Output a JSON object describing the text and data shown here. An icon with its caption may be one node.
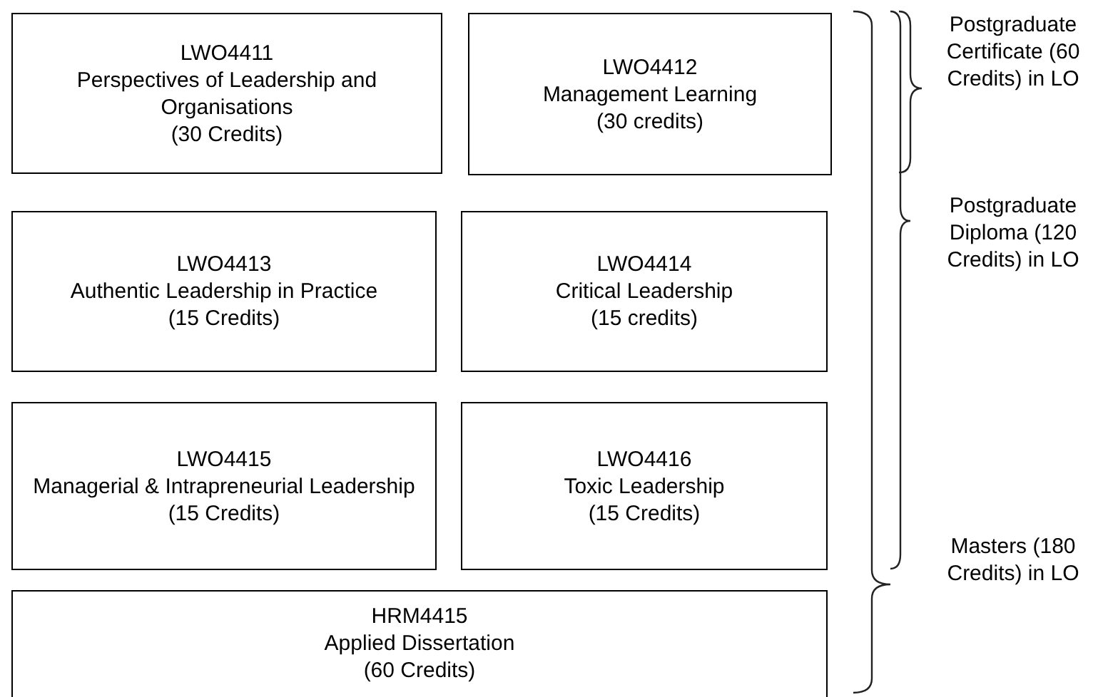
{
  "diagram": {
    "nodes": [
      {
        "text": [
          "LWO4411",
          "Perspectives of Leadership and Organisations",
          "(30 Credits)"
        ]
      },
      {
        "text": [
          "LWO4412",
          "Management Learning",
          "(30 credits)"
        ]
      },
      {
        "text": [
          "LWO4413",
          "Authentic Leadership in Practice",
          "(15 Credits)"
        ]
      },
      {
        "text": [
          "LWO4414",
          "Critical Leadership",
          "(15 credits)"
        ]
      },
      {
        "text": [
          "LWO4415",
          "Managerial & Intrapreneurial Leadership",
          "(15 Credits)"
        ]
      },
      {
        "text": [
          "LWO4416",
          "Toxic Leadership",
          "(15 Credits)"
        ]
      },
      {
        "text": [
          "HRM4415",
          "Applied Dissertation",
          "(60 Credits)"
        ]
      }
    ],
    "labels": [
      "Postgraduate Certificate (60 Credits) in LO",
      "Postgraduate Diploma (120 Credits) in LO",
      "Masters (180 Credits) in LO"
    ]
  }
}
